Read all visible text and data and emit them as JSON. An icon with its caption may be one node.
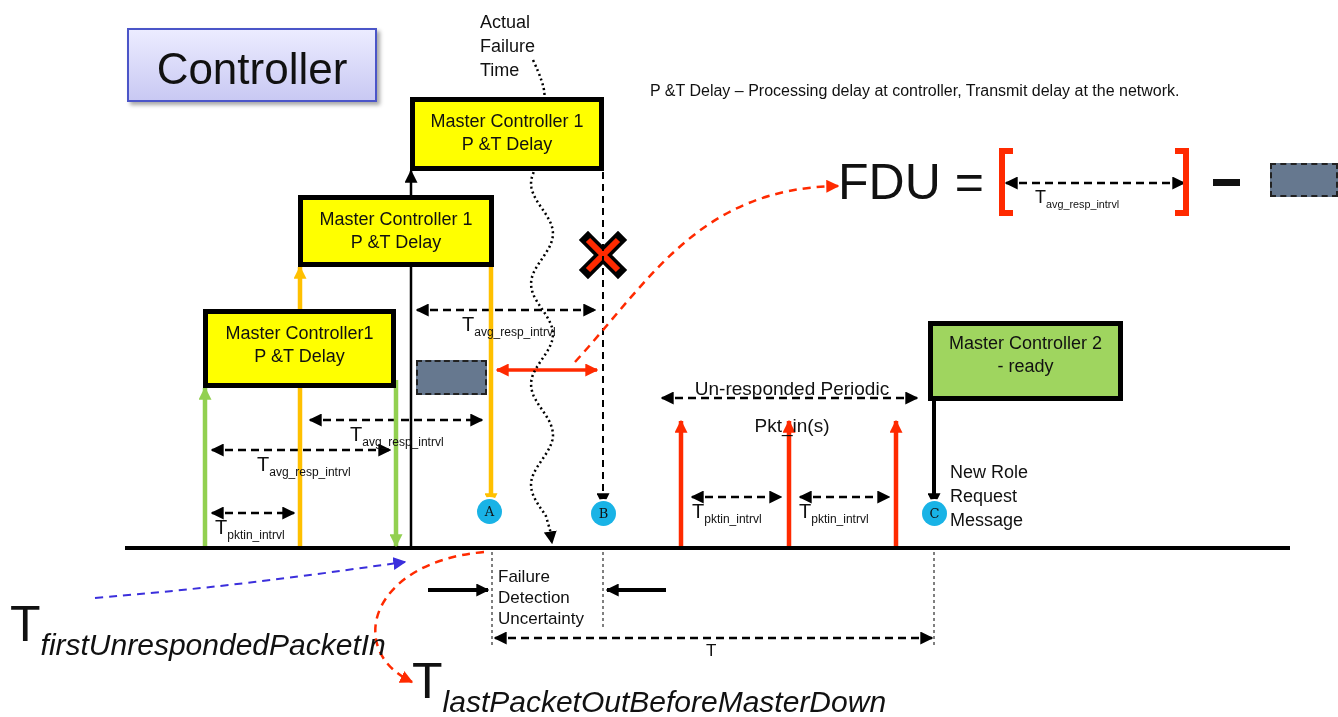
{
  "diagram": {
    "nodes": [
      {
        "text": [
          "Controller"
        ]
      },
      {
        "text": [
          "Actual Failure Time"
        ]
      },
      {
        "text": [
          "Master Controller 1",
          "P &T Delay"
        ]
      },
      {
        "text": [
          "FDU ="
        ]
      },
      {
        "text": [],
        "shape": "box"
      },
      {
        "text": [
          "Master Controller 1",
          "P &T Delay"
        ]
      },
      {
        "text": [
          "Master Controller1",
          "P &T Delay"
        ]
      },
      {
        "text": [],
        "shape": "box"
      },
      {
        "text": [
          "Master Controller 2",
          "- ready"
        ]
      },
      {
        "text": [
          "A"
        ]
      },
      {
        "text": [
          "B"
        ]
      },
      {
        "text": [
          "C"
        ]
      },
      {
        "text": [
          "T$_{firstUnrespondedPacketIn}$"
        ]
      },
      {
        "text": [
          "T$_{lastPacketOutBeforeMasterDown}$"
        ]
      }
    ],
    "edges": [
      {
        "from": null,
        "to": 6,
        "arrow": "to",
        "color": "#92d050"
      },
      {
        "from": null,
        "to": 5,
        "arrow": "to",
        "color": "#ffc000"
      },
      {
        "from": 6,
        "to": null,
        "arrow": "to",
        "color": "#92d050"
      },
      {
        "from": null,
        "to": 2,
        "arrow": "to"
      },
      {
        "from": 5,
        "to": 9,
        "arrow": "to",
        "color": "#ffc000"
      },
      {
        "from": 2,
        "to": 10,
        "arrow": "to",
        "style": "dashed"
      },
      {
        "from": 8,
        "to": 11,
        "arrow": "to"
      },
      {
        "from": 1,
        "to": null,
        "arrow": "to",
        "style": "dashed"
      },
      {
        "from": 12,
        "to": null,
        "arrow": "to",
        "style": "dashed",
        "color": "#3b2fdc"
      },
      {
        "from": null,
        "to": 13,
        "arrow": "to",
        "style": "dashed",
        "color": "#ff2a00"
      },
      {
        "from": null,
        "to": 3,
        "arrow": "to",
        "style": "dashed",
        "color": "#ff2a00"
      }
    ],
    "labels": [
      "P &T Delay – Processing delay at controller, Transmit delay at the network.",
      "T$_{avg_resp_intrvl}$",
      "T$_{avg_resp_intrvl}$",
      "Un-responded Periodic Pkt_in(s)",
      "T$_{avg_resp_intrvl}$",
      "T$_{avg_resp_intrvl}$",
      "New Role Request Message",
      "T$_{pktin_intrvl}$",
      "T$_{pktin_intrvl}$",
      "T$_{pktin_intrvl}$",
      "Failure Detection Uncertainty",
      "T"
    ]
  }
}
